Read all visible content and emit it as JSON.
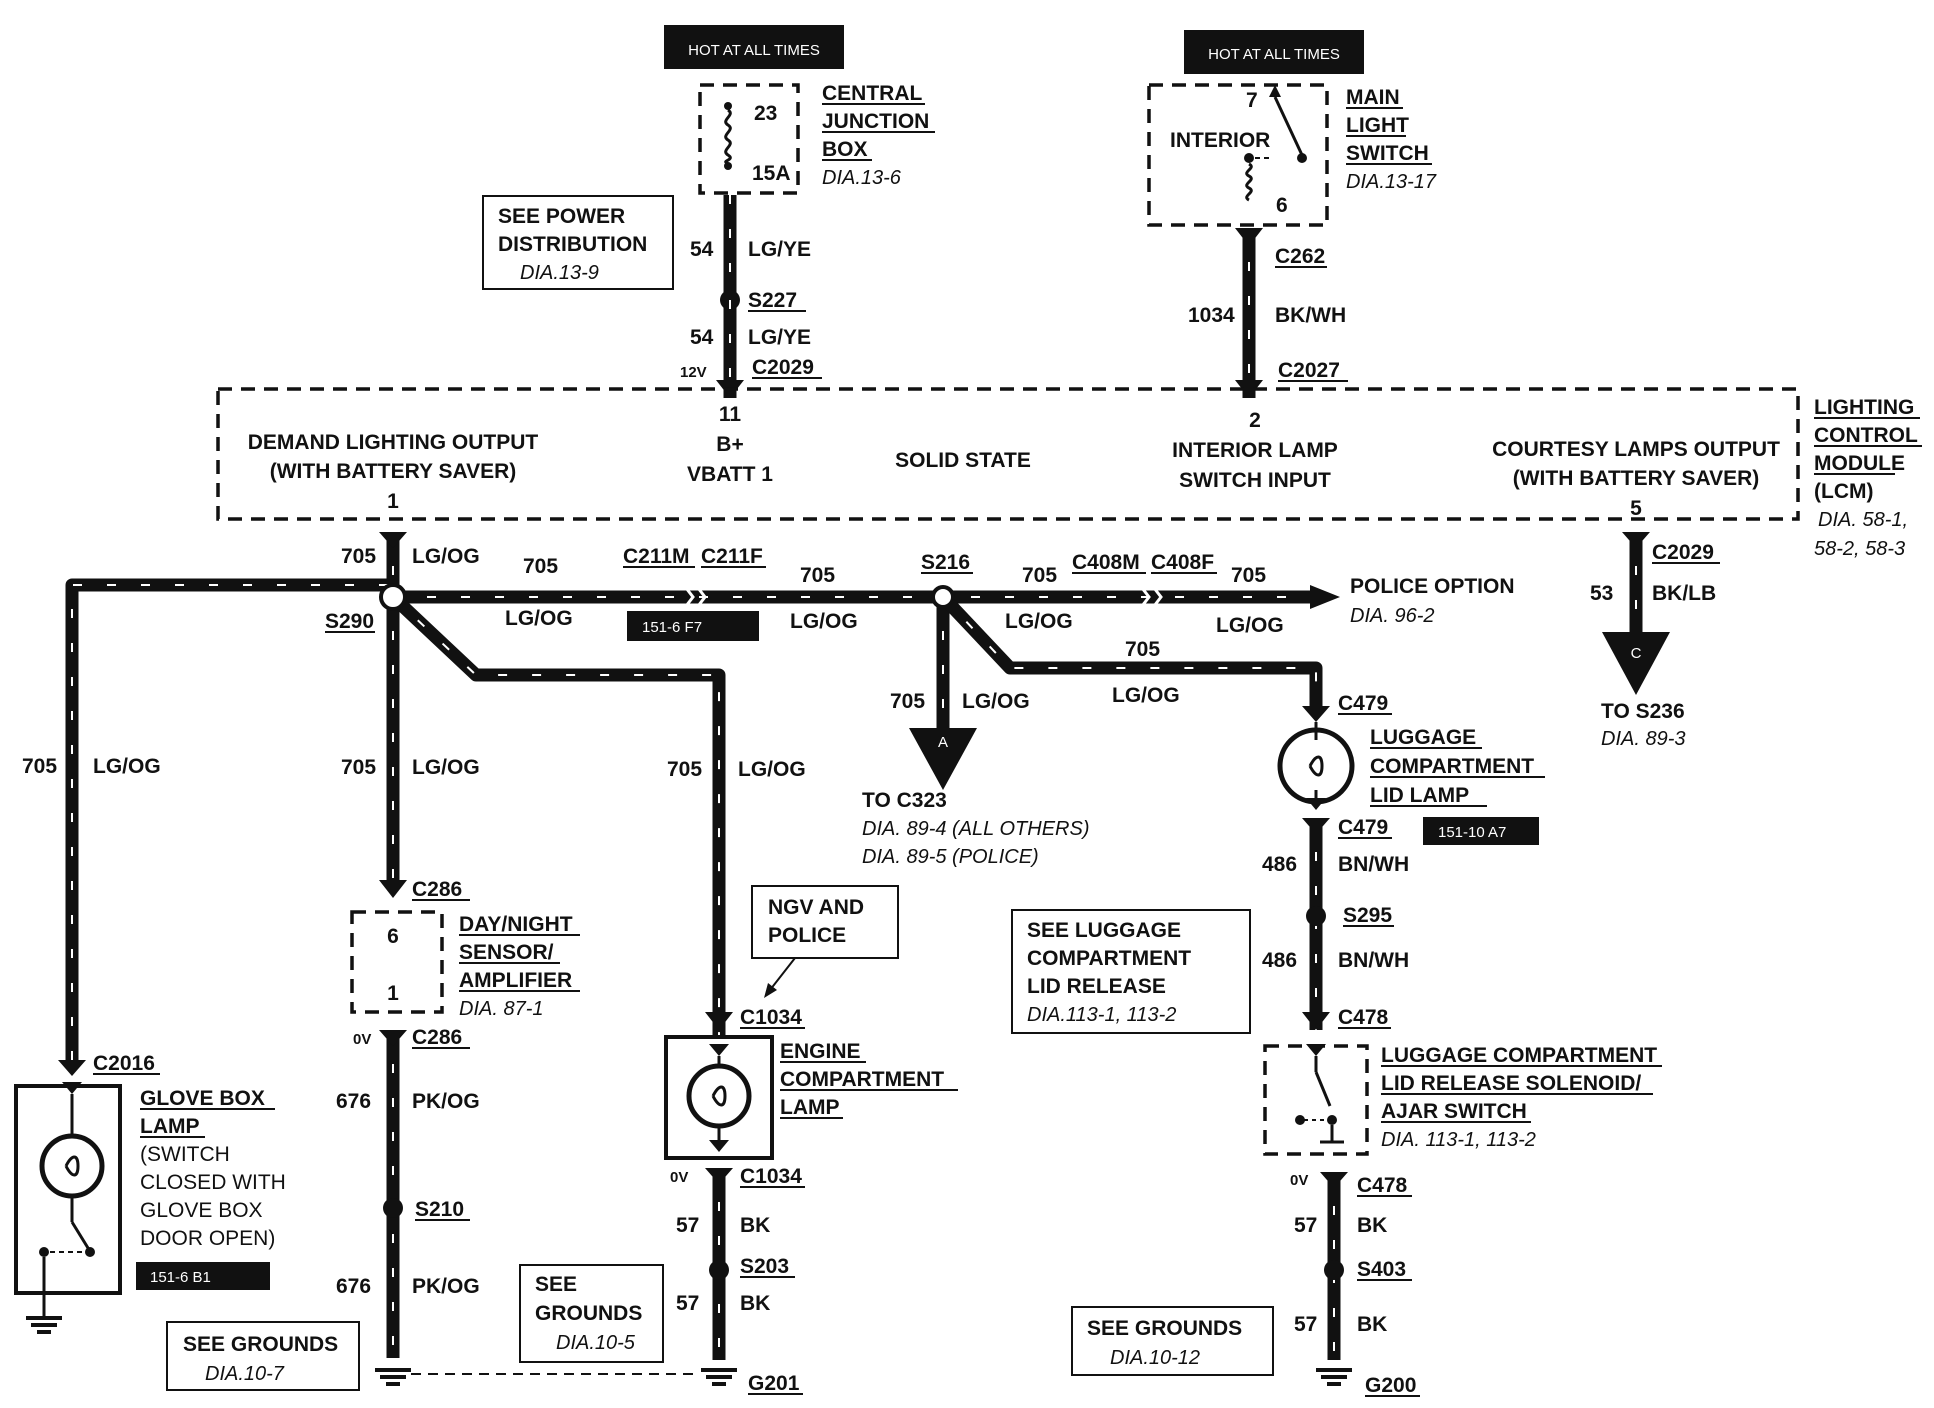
{
  "hot_labels": [
    "HOT AT ALL TIMES",
    "HOT AT ALL TIMES"
  ],
  "cjb": {
    "name": [
      "CENTRAL",
      "JUNCTION",
      "BOX"
    ],
    "dia": "DIA.13-6",
    "fuse_top": "23",
    "fuse_bot": "15A"
  },
  "mls": {
    "name": [
      "MAIN",
      "LIGHT",
      "SWITCH"
    ],
    "dia": "DIA.13-17",
    "pin_top": "7",
    "pin_bot": "6",
    "inner": "INTERIOR"
  },
  "see_power": {
    "lines": [
      "SEE POWER",
      "DISTRIBUTION"
    ],
    "dia": "DIA.13-9"
  },
  "upper": {
    "w1_num": "54",
    "w1_color": "LG/YE",
    "s227": "S227",
    "w2_num": "54",
    "w2_color": "LG/YE",
    "v12": "12V",
    "c2029": "C2029",
    "c262": "C262",
    "w3_num": "1034",
    "w3_color": "BK/WH",
    "c2027": "C2027"
  },
  "lcm": {
    "name": [
      "LIGHTING",
      "CONTROL",
      "MODULE",
      "(LCM)"
    ],
    "dia": [
      "DIA. 58-1,",
      "58-2, 58-3"
    ],
    "demand": [
      "DEMAND LIGHTING OUTPUT",
      "(WITH BATTERY SAVER)"
    ],
    "pin11": "11",
    "bplus": "B+",
    "vbatt": "VBATT 1",
    "solid": "SOLID STATE",
    "pin2": "2",
    "interior": [
      "INTERIOR LAMP",
      "SWITCH INPUT"
    ],
    "courtesy": [
      "COURTESY LAMPS OUTPUT",
      "(WITH BATTERY SAVER)"
    ],
    "pin1": "1",
    "pin5": "5"
  },
  "bus": {
    "n705": "705",
    "lgog": "LG/OG",
    "s290": "S290",
    "c211m": "C211M",
    "c211f": "C211F",
    "ref1": "151-6 F7",
    "s216": "S216",
    "c408m": "C408M",
    "c408f": "C408F",
    "police": "POLICE OPTION",
    "police_dia": "DIA. 96-2",
    "c2029b": "C2029",
    "n53": "53",
    "bklb": "BK/LB",
    "to_s236": "TO S236",
    "to_s236_dia": "DIA. 89-3",
    "conn_c": "C",
    "conn_a": "A",
    "to_c323": "TO C323",
    "c323_dia1": "DIA. 89-4 (ALL OTHERS)",
    "c323_dia2": "DIA. 89-5 (POLICE)"
  },
  "glovebox": {
    "c2016": "C2016",
    "name": [
      "GLOVE BOX",
      "LAMP"
    ],
    "note": [
      "(SWITCH",
      "CLOSED WITH",
      "GLOVE BOX",
      "DOOR OPEN)"
    ],
    "ref": "151-6 B1"
  },
  "daynight": {
    "c286a": "C286",
    "pin6": "6",
    "pin1": "1",
    "name": [
      "DAY/NIGHT",
      "SENSOR/",
      "AMPLIFIER"
    ],
    "dia": "DIA. 87-1",
    "ov": "0V",
    "c286b": "C286",
    "w_num": "676",
    "w_color": "PK/OG",
    "s210": "S210",
    "w2_num": "676",
    "w2_color": "PK/OG"
  },
  "grounds_a": {
    "line": "SEE GROUNDS",
    "dia": "DIA.10-7"
  },
  "engine": {
    "ngv": [
      "NGV AND",
      "POLICE"
    ],
    "c1034a": "C1034",
    "name": [
      "ENGINE",
      "COMPARTMENT",
      "LAMP"
    ],
    "ov": "0V",
    "c1034b": "C1034",
    "w_num": "57",
    "w_color": "BK",
    "s203": "S203",
    "w2_num": "57",
    "w2_color": "BK",
    "g201": "G201"
  },
  "grounds_b": {
    "lines": [
      "SEE",
      "GROUNDS"
    ],
    "dia": "DIA.10-5"
  },
  "luggage": {
    "c479a": "C479",
    "name": [
      "LUGGAGE",
      "COMPARTMENT",
      "LID LAMP"
    ],
    "ref": "151-10 A7",
    "c479b": "C479",
    "w_num": "486",
    "w_color": "BN/WH",
    "s295": "S295",
    "w2_num": "486",
    "w2_color": "BN/WH",
    "c478a": "C478",
    "sol_name": [
      "LUGGAGE COMPARTMENT",
      "LID RELEASE SOLENOID/",
      "AJAR SWITCH"
    ],
    "sol_dia": "DIA. 113-1, 113-2",
    "ov": "0V",
    "c478b": "C478",
    "w3_num": "57",
    "w3_color": "BK",
    "s403": "S403",
    "w4_num": "57",
    "w4_color": "BK",
    "g200": "G200"
  },
  "see_luggage": {
    "lines": [
      "SEE LUGGAGE",
      "COMPARTMENT",
      "LID RELEASE"
    ],
    "dia": "DIA.113-1, 113-2"
  },
  "grounds_c": {
    "line": "SEE GROUNDS",
    "dia": "DIA.10-12"
  }
}
